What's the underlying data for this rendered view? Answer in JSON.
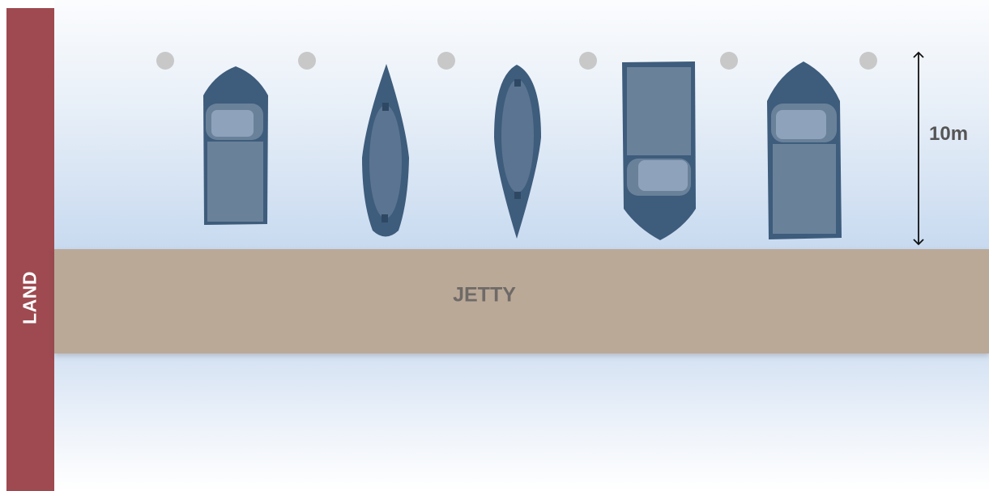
{
  "land": {
    "label": "LAND"
  },
  "jetty": {
    "label": "JETTY"
  },
  "dimension": {
    "label": "10m"
  },
  "mooring_posts": {
    "count": 6
  },
  "boats": [
    {
      "type": "motorboat-cabin-front"
    },
    {
      "type": "kayak"
    },
    {
      "type": "canoe"
    },
    {
      "type": "motorboat-cabin-rear"
    },
    {
      "type": "motorboat-cabin-front"
    }
  ],
  "colors": {
    "land": "#9e4a50",
    "jetty": "#bba998",
    "hull": "#3e5c7c",
    "deck": "#6a819a",
    "cabin": "#8ea2bb",
    "post": "#c8c8c8"
  }
}
